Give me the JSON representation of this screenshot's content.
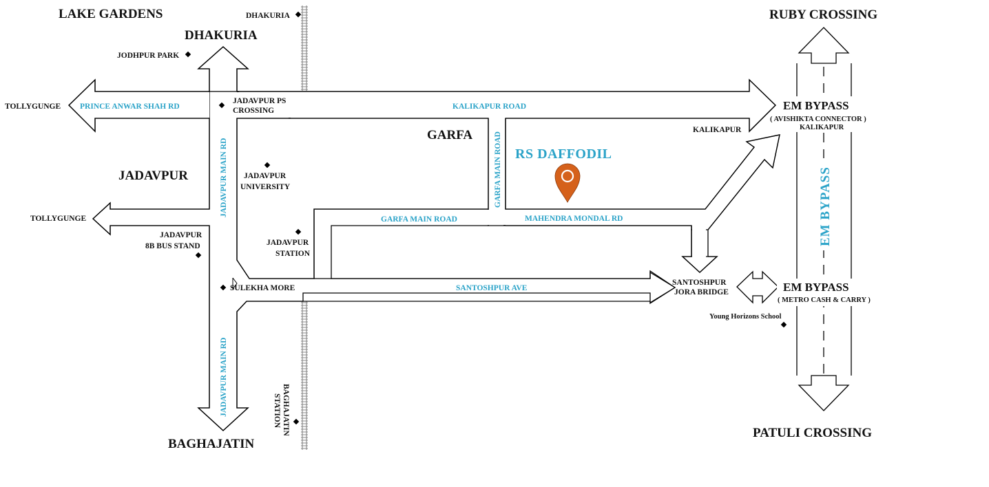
{
  "project_label": "RS DAFFODIL",
  "marker_color": "#d5611b",
  "road_label_color": "#2ba3c8",
  "areas": {
    "lake_gardens": "LAKE GARDENS",
    "dhakuria": "DHAKURIA",
    "jadavpur": "JADAVPUR",
    "garfa": "GARFA",
    "baghajatin": "BAGHAJATIN",
    "ruby_crossing": "RUBY CROSSING",
    "patuli_crossing": "PATULI CROSSING",
    "em_bypass_top": "EM BYPASS",
    "em_bypass_top_sub": "( AVISHIKTA CONNECTOR )",
    "em_bypass_bottom": "EM BYPASS",
    "em_bypass_bottom_sub": "( METRO CASH & CARRY )"
  },
  "places": {
    "dhakuria_station": "DHAKURIA",
    "jodhpur_park": "JODHPUR PARK",
    "tollygunge_1": "TOLLYGUNGE",
    "tollygunge_2": "TOLLYGUNGE",
    "jadavpur_ps_line1": "JADAVPUR PS",
    "jadavpur_ps_line2": "CROSSING",
    "jadavpur_univ_line1": "JADAVPUR",
    "jadavpur_univ_line2": "UNIVERSITY",
    "jadavpur_bus_line1": "JADAVPUR",
    "jadavpur_bus_line2": "8B BUS STAND",
    "jadavpur_station_line1": "JADAVPUR",
    "jadavpur_station_line2": "STATION",
    "sulekha_more": "SULEKHA MORE",
    "kalikapur_1": "KALIKAPUR",
    "kalikapur_2": "KALIKAPUR",
    "santoshpur_line1": "SANTOSHPUR",
    "santoshpur_line2": "JORA BRIDGE",
    "young_horizons": "Young Horizons School",
    "baghajatin_station_line1": "BAGHAJATIN",
    "baghajatin_station_line2": "STATION"
  },
  "roads": {
    "prince_anwar_shah": "PRINCE ANWAR SHAH RD",
    "kalikapur_road": "KALIKAPUR ROAD",
    "jadavpur_main_rd_upper": "JADAVPUR MAIN RD",
    "jadavpur_main_rd_lower": "JADAVPUR  MAIN RD",
    "garfa_main_road_vertical": "GARFA MAIN ROAD",
    "garfa_main_road": "GARFA MAIN ROAD",
    "mahendra_mondal": "MAHENDRA MONDAL RD",
    "santoshpur_ave": "SANTOSHPUR AVE",
    "em_bypass_vertical": "EM  BYPASS"
  }
}
